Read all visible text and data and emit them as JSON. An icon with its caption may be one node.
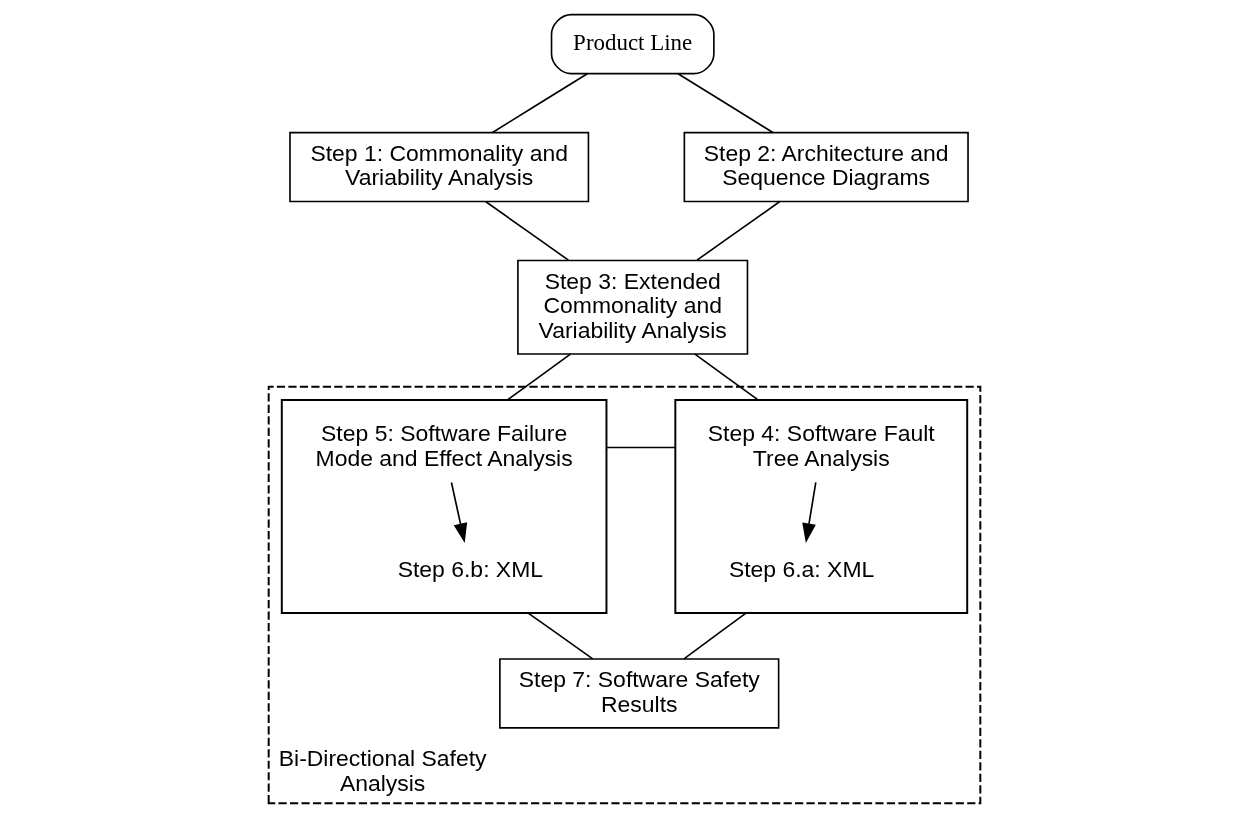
{
  "diagram": {
    "nodes": [
      {
        "text": [
          "Product Line"
        ]
      },
      {
        "text": [
          "Step 1: Commonality and Variability Analysis"
        ]
      },
      {
        "text": [
          "Step 2: Architecture and Sequence Diagrams"
        ]
      },
      {
        "text": [
          "Step 3: Extended Commonality and Variability Analysis"
        ]
      },
      {
        "text": [
          "Bi-Directional Safety Analysis"
        ]
      },
      {
        "text": [],
        "shape": "box",
        "in": 4
      },
      {
        "text": [
          "Step 4: Software Fault Tree Analysis"
        ],
        "in": 5
      },
      {
        "text": [
          "Step 6.a: XML"
        ],
        "in": 5
      },
      {
        "text": [],
        "shape": "box",
        "in": 4
      },
      {
        "text": [
          "Step 5: Software Failure Mode and Effect Analysis"
        ],
        "in": 8
      },
      {
        "text": [
          "Step 6.b: XML"
        ],
        "in": 8
      },
      {
        "text": [
          "Step 7: Software Safety Results"
        ],
        "in": 4
      }
    ],
    "edges": [
      {
        "from": 0,
        "to": 1,
        "arrow": "none"
      },
      {
        "from": 0,
        "to": 2,
        "arrow": "none"
      },
      {
        "from": 1,
        "to": 3,
        "arrow": "none"
      },
      {
        "from": 2,
        "to": 3,
        "arrow": "none"
      },
      {
        "from": 3,
        "to": 5,
        "arrow": "none"
      },
      {
        "from": 3,
        "to": 8,
        "arrow": "none"
      },
      {
        "from": 6,
        "to": 7,
        "arrow": "to"
      },
      {
        "from": 9,
        "to": 10,
        "arrow": "to"
      },
      {
        "from": 5,
        "to": 8,
        "arrow": "none"
      },
      {
        "from": 5,
        "to": 11,
        "arrow": "none"
      },
      {
        "from": 8,
        "to": 11,
        "arrow": "none"
      }
    ]
  }
}
